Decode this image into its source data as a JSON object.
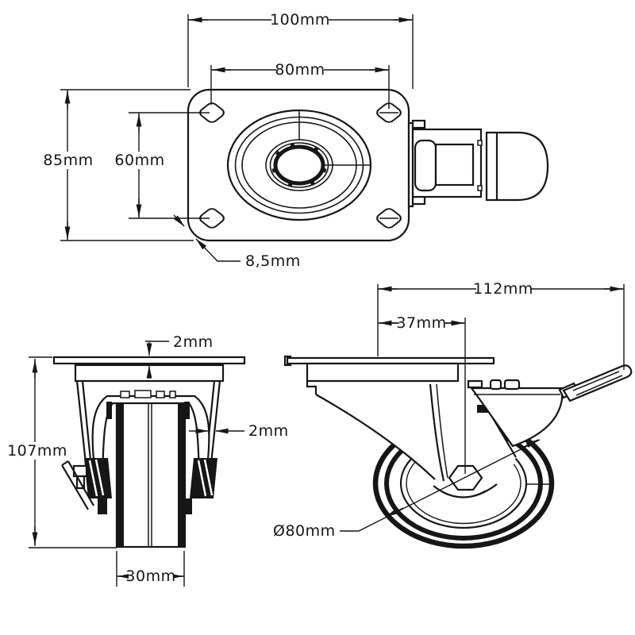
{
  "drawing_title": "caster-technical-drawing",
  "colors": {
    "line": "#161616",
    "background": "#ffffff"
  },
  "views": {
    "top_view": {
      "plate_width": "100mm",
      "hole_spacing_width": "80mm",
      "plate_depth": "85mm",
      "hole_spacing_depth": "60mm",
      "hole_size": "8,5mm"
    },
    "front_view": {
      "plate_thickness": "2mm",
      "fork_thickness": "2mm",
      "total_height": "107mm",
      "wheel_width": "30mm"
    },
    "side_view": {
      "total_length": "112mm",
      "swivel_offset": "37mm",
      "wheel_diameter": "Ø80mm"
    }
  }
}
